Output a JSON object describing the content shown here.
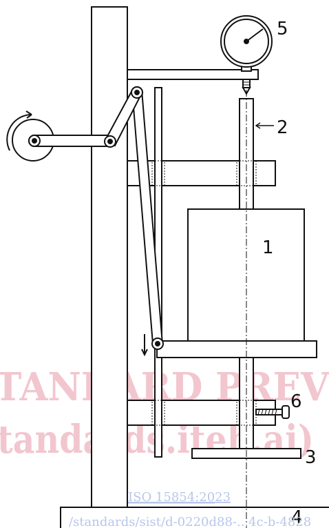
{
  "labels": {
    "l1": "1",
    "l2": "2",
    "l3": "3",
    "l4": "4",
    "l5": "5",
    "l6": "6"
  },
  "watermark": {
    "line1": "TANDARD PREV",
    "line2": "tandards.iteh.ai)",
    "code": "ISO 15854:2023",
    "url_fragment": "/standards/sist/d-0220d88-...4c-b-4828"
  },
  "colors": {
    "line": "#111111",
    "watermark": "#f2c6cf",
    "link": "#b9c6ea"
  }
}
